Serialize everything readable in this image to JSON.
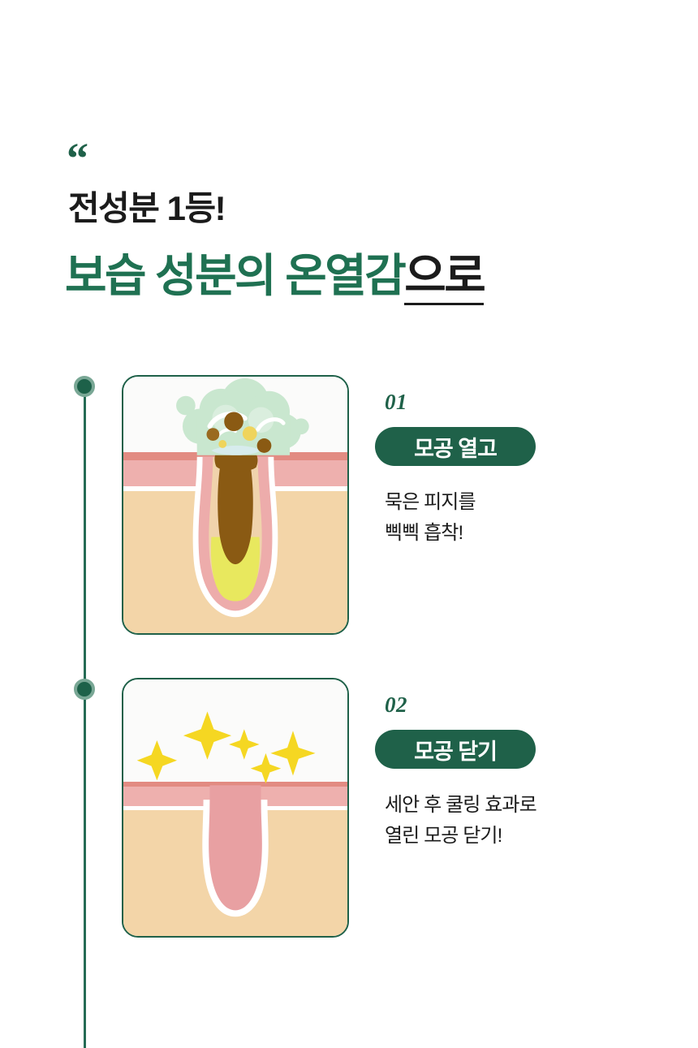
{
  "header": {
    "quote_mark": "“",
    "eyebrow": "전성분 1등!",
    "headline_green": "보습 성분의 온열감",
    "headline_dark": "으로"
  },
  "colors": {
    "brand_green": "#1f6149",
    "headline_green": "#1f7152",
    "timeline_green": "#256b55",
    "dot_ring": "#79a795",
    "text_dark": "#1b1b1b",
    "badge_text": "#ffffff",
    "skin_top": "#e28b82",
    "skin_epidermis": "#eeb0ae",
    "skin_dermis": "#f3d5a8",
    "pore_wall": "#edacab",
    "pore_inner": "#e8a0a2",
    "sebum_plug": "#8a5a13",
    "sebum_yellow": "#e8e85e",
    "foam_mint": "#bfe3c6",
    "foam_mint_light": "#d6edd8",
    "sparkle_yellow": "#f5d722",
    "card_bg": "#fbfbfa"
  },
  "steps": [
    {
      "number": "01",
      "badge": "모공 열고",
      "description": "묵은 피지를\n삑삑 흡착!",
      "illustration": "open-pore-with-foam-and-sebum"
    },
    {
      "number": "02",
      "badge": "모공 닫기",
      "description": "세안 후 쿨링 효과로\n열린 모공 닫기!",
      "illustration": "closed-clean-pore-with-sparkles"
    }
  ]
}
